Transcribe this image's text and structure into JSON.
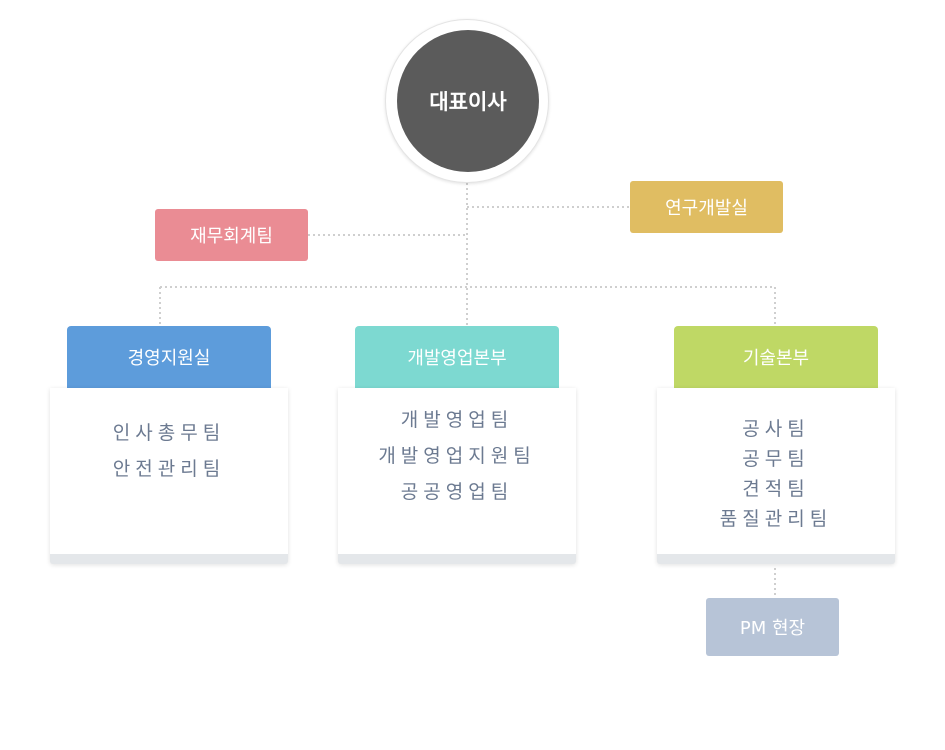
{
  "ceo": {
    "label": "대표이사"
  },
  "side_units": {
    "finance": "재무회계팀",
    "rnd": "연구개발실"
  },
  "departments": [
    {
      "name": "경영지원실",
      "color": "#5d9cdb",
      "teams": [
        "인사총무팀",
        "안전관리팀"
      ]
    },
    {
      "name": "개발영업본부",
      "color": "#7dd9d1",
      "teams": [
        "개발영업팀",
        "개발영업지원팀",
        "공공영업팀"
      ]
    },
    {
      "name": "기술본부",
      "color": "#bfd865",
      "teams": [
        "공사팀",
        "공무팀",
        "견적팀",
        "품질관리팀"
      ]
    }
  ],
  "site": {
    "label": "PM 현장"
  },
  "colors": {
    "ceo": "#5b5b5b",
    "finance": "#ea8c94",
    "rnd": "#e0bd62",
    "site": "#b7c4d7",
    "team_text": "#6c7a91",
    "connector": "#cccccc"
  }
}
